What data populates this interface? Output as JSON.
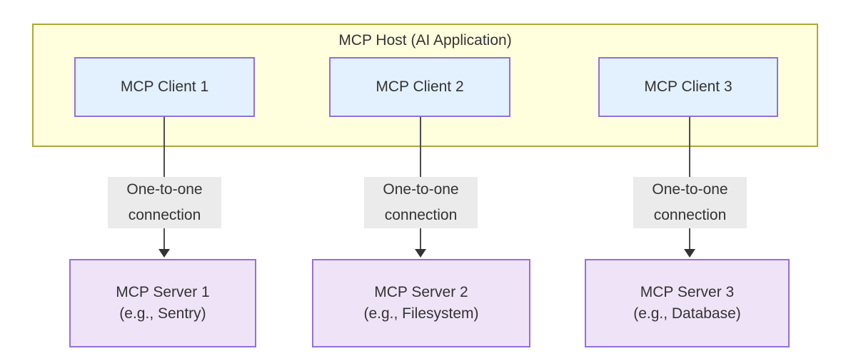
{
  "diagram": {
    "title": "MCP Host (AI Application)",
    "colors": {
      "host_fill": "#ffffde",
      "host_border": "#aaaa33",
      "client_fill": "#e3f0fd",
      "client_border": "#9370db",
      "server_fill": "#efe4f7",
      "server_border": "#9370db",
      "label_fill": "#ebebeb",
      "edge_stroke": "#333333",
      "text": "#333333"
    },
    "clients": [
      {
        "label": "MCP Client 1"
      },
      {
        "label": "MCP Client 2"
      },
      {
        "label": "MCP Client 3"
      }
    ],
    "edges": [
      {
        "label_line1": "One-to-one",
        "label_line2": "connection"
      },
      {
        "label_line1": "One-to-one",
        "label_line2": "connection"
      },
      {
        "label_line1": "One-to-one",
        "label_line2": "connection"
      }
    ],
    "servers": [
      {
        "line1": "MCP Server 1",
        "line2": "(e.g., Sentry)"
      },
      {
        "line1": "MCP Server 2",
        "line2": "(e.g., Filesystem)"
      },
      {
        "line1": "MCP Server 3",
        "line2": "(e.g., Database)"
      }
    ]
  }
}
